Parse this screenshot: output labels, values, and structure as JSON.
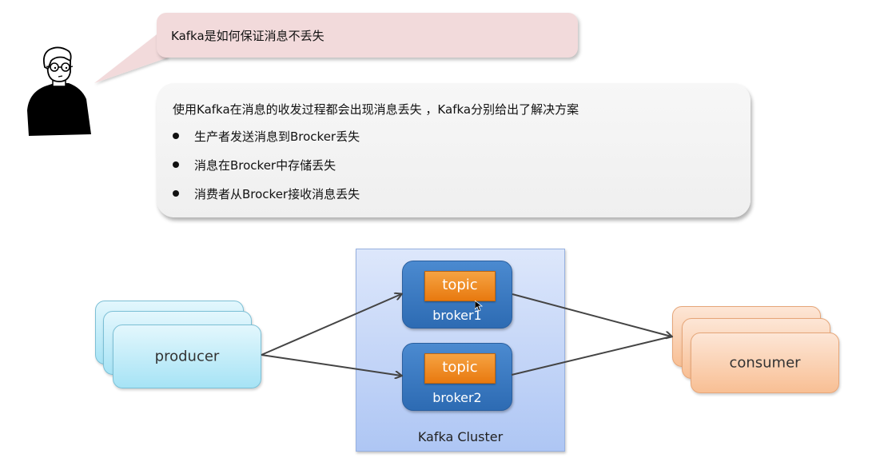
{
  "question": {
    "text": "Kafka是如何保证消息不丢失"
  },
  "answer": {
    "intro": "使用Kafka在消息的收发过程都会出现消息丢失 ，Kafka分别给出了解决方案",
    "items": [
      "生产者发送消息到Brocker丢失",
      "消息在Brocker中存储丢失",
      "消费者从Brocker接收消息丢失"
    ]
  },
  "diagram": {
    "producer_label": "producer",
    "consumer_label": "consumer",
    "cluster_label": "Kafka Cluster",
    "brokers": [
      {
        "name": "broker1",
        "topic": "topic"
      },
      {
        "name": "broker2",
        "topic": "topic"
      }
    ],
    "colors": {
      "speech_bubble": "#f2dadb",
      "answer_box": "#f3f3f3",
      "cluster_bg": "#c3d5f8",
      "broker": "#3b7bc3",
      "topic": "#f08a24",
      "producer": "#bfeaf8",
      "consumer": "#fbd2b3",
      "arrow": "#444444"
    }
  }
}
